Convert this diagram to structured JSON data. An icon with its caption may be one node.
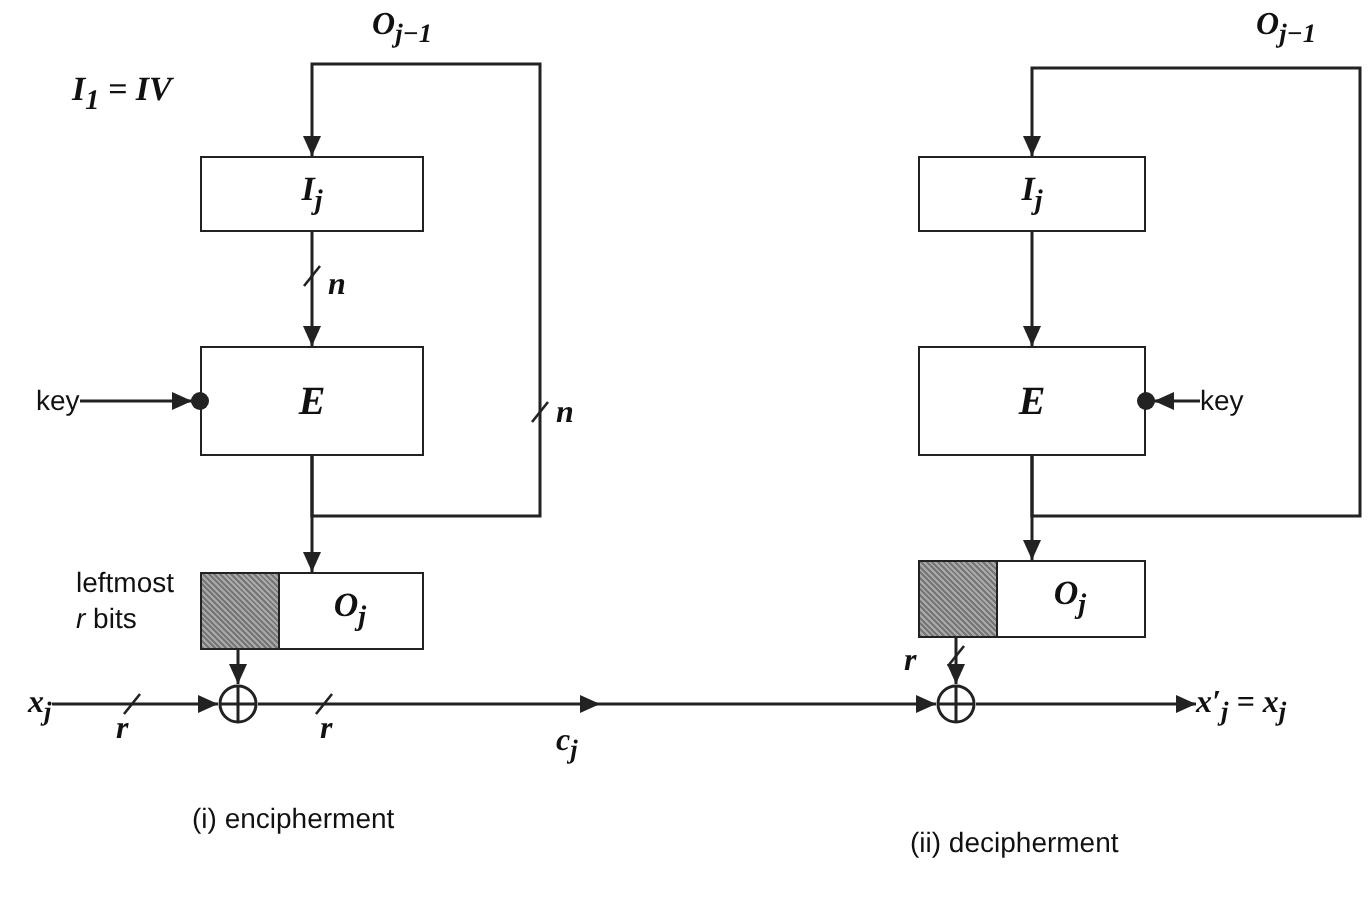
{
  "diagram": {
    "nodes": [
      {
        "text": [
          "I$_{j}$"
        ]
      },
      {
        "text": [
          "E"
        ]
      },
      {
        "text": [
          "O$_{j}$"
        ],
        "beside": [
          "leftmost *r* bits"
        ]
      },
      {
        "text": [],
        "shape": "circle"
      },
      {
        "text": [
          "key"
        ]
      },
      {
        "text": [
          "x$_{j}$"
        ]
      },
      {
        "text": [
          "I$_{j}$"
        ]
      },
      {
        "text": [
          "E"
        ]
      },
      {
        "text": [
          "O$_{j}$"
        ]
      },
      {
        "text": [],
        "shape": "circle"
      },
      {
        "text": [
          "key"
        ]
      },
      {
        "text": [
          "x′$_{j}$ = x$_{j}$"
        ]
      }
    ],
    "edges": [
      {
        "from": 1,
        "to": 0,
        "arrow": "to",
        "label": "O$_{j−1}$"
      },
      {
        "from": 0,
        "to": 1,
        "arrow": "to"
      },
      {
        "from": 1,
        "to": 2,
        "arrow": "to"
      },
      {
        "from": 4,
        "to": 1,
        "arrow": "to"
      },
      {
        "from": 2,
        "to": 3,
        "arrow": "to"
      },
      {
        "from": 5,
        "to": 3,
        "arrow": "to"
      },
      {
        "from": 3,
        "to": 9,
        "arrow": "to",
        "label": "c$_{j}$"
      },
      {
        "from": 7,
        "to": 6,
        "arrow": "to",
        "label": "O$_{j−1}$"
      },
      {
        "from": 6,
        "to": 7,
        "arrow": "to"
      },
      {
        "from": 7,
        "to": 8,
        "arrow": "to"
      },
      {
        "from": 10,
        "to": 7,
        "arrow": "to"
      },
      {
        "from": 8,
        "to": 9,
        "arrow": "to"
      },
      {
        "from": 9,
        "to": 11,
        "arrow": "to"
      }
    ],
    "labels": [
      "I$_{1}$ = IV",
      "n",
      "n",
      "r",
      "r",
      "r",
      "(i) encipherment",
      "(ii) decipherment"
    ]
  }
}
